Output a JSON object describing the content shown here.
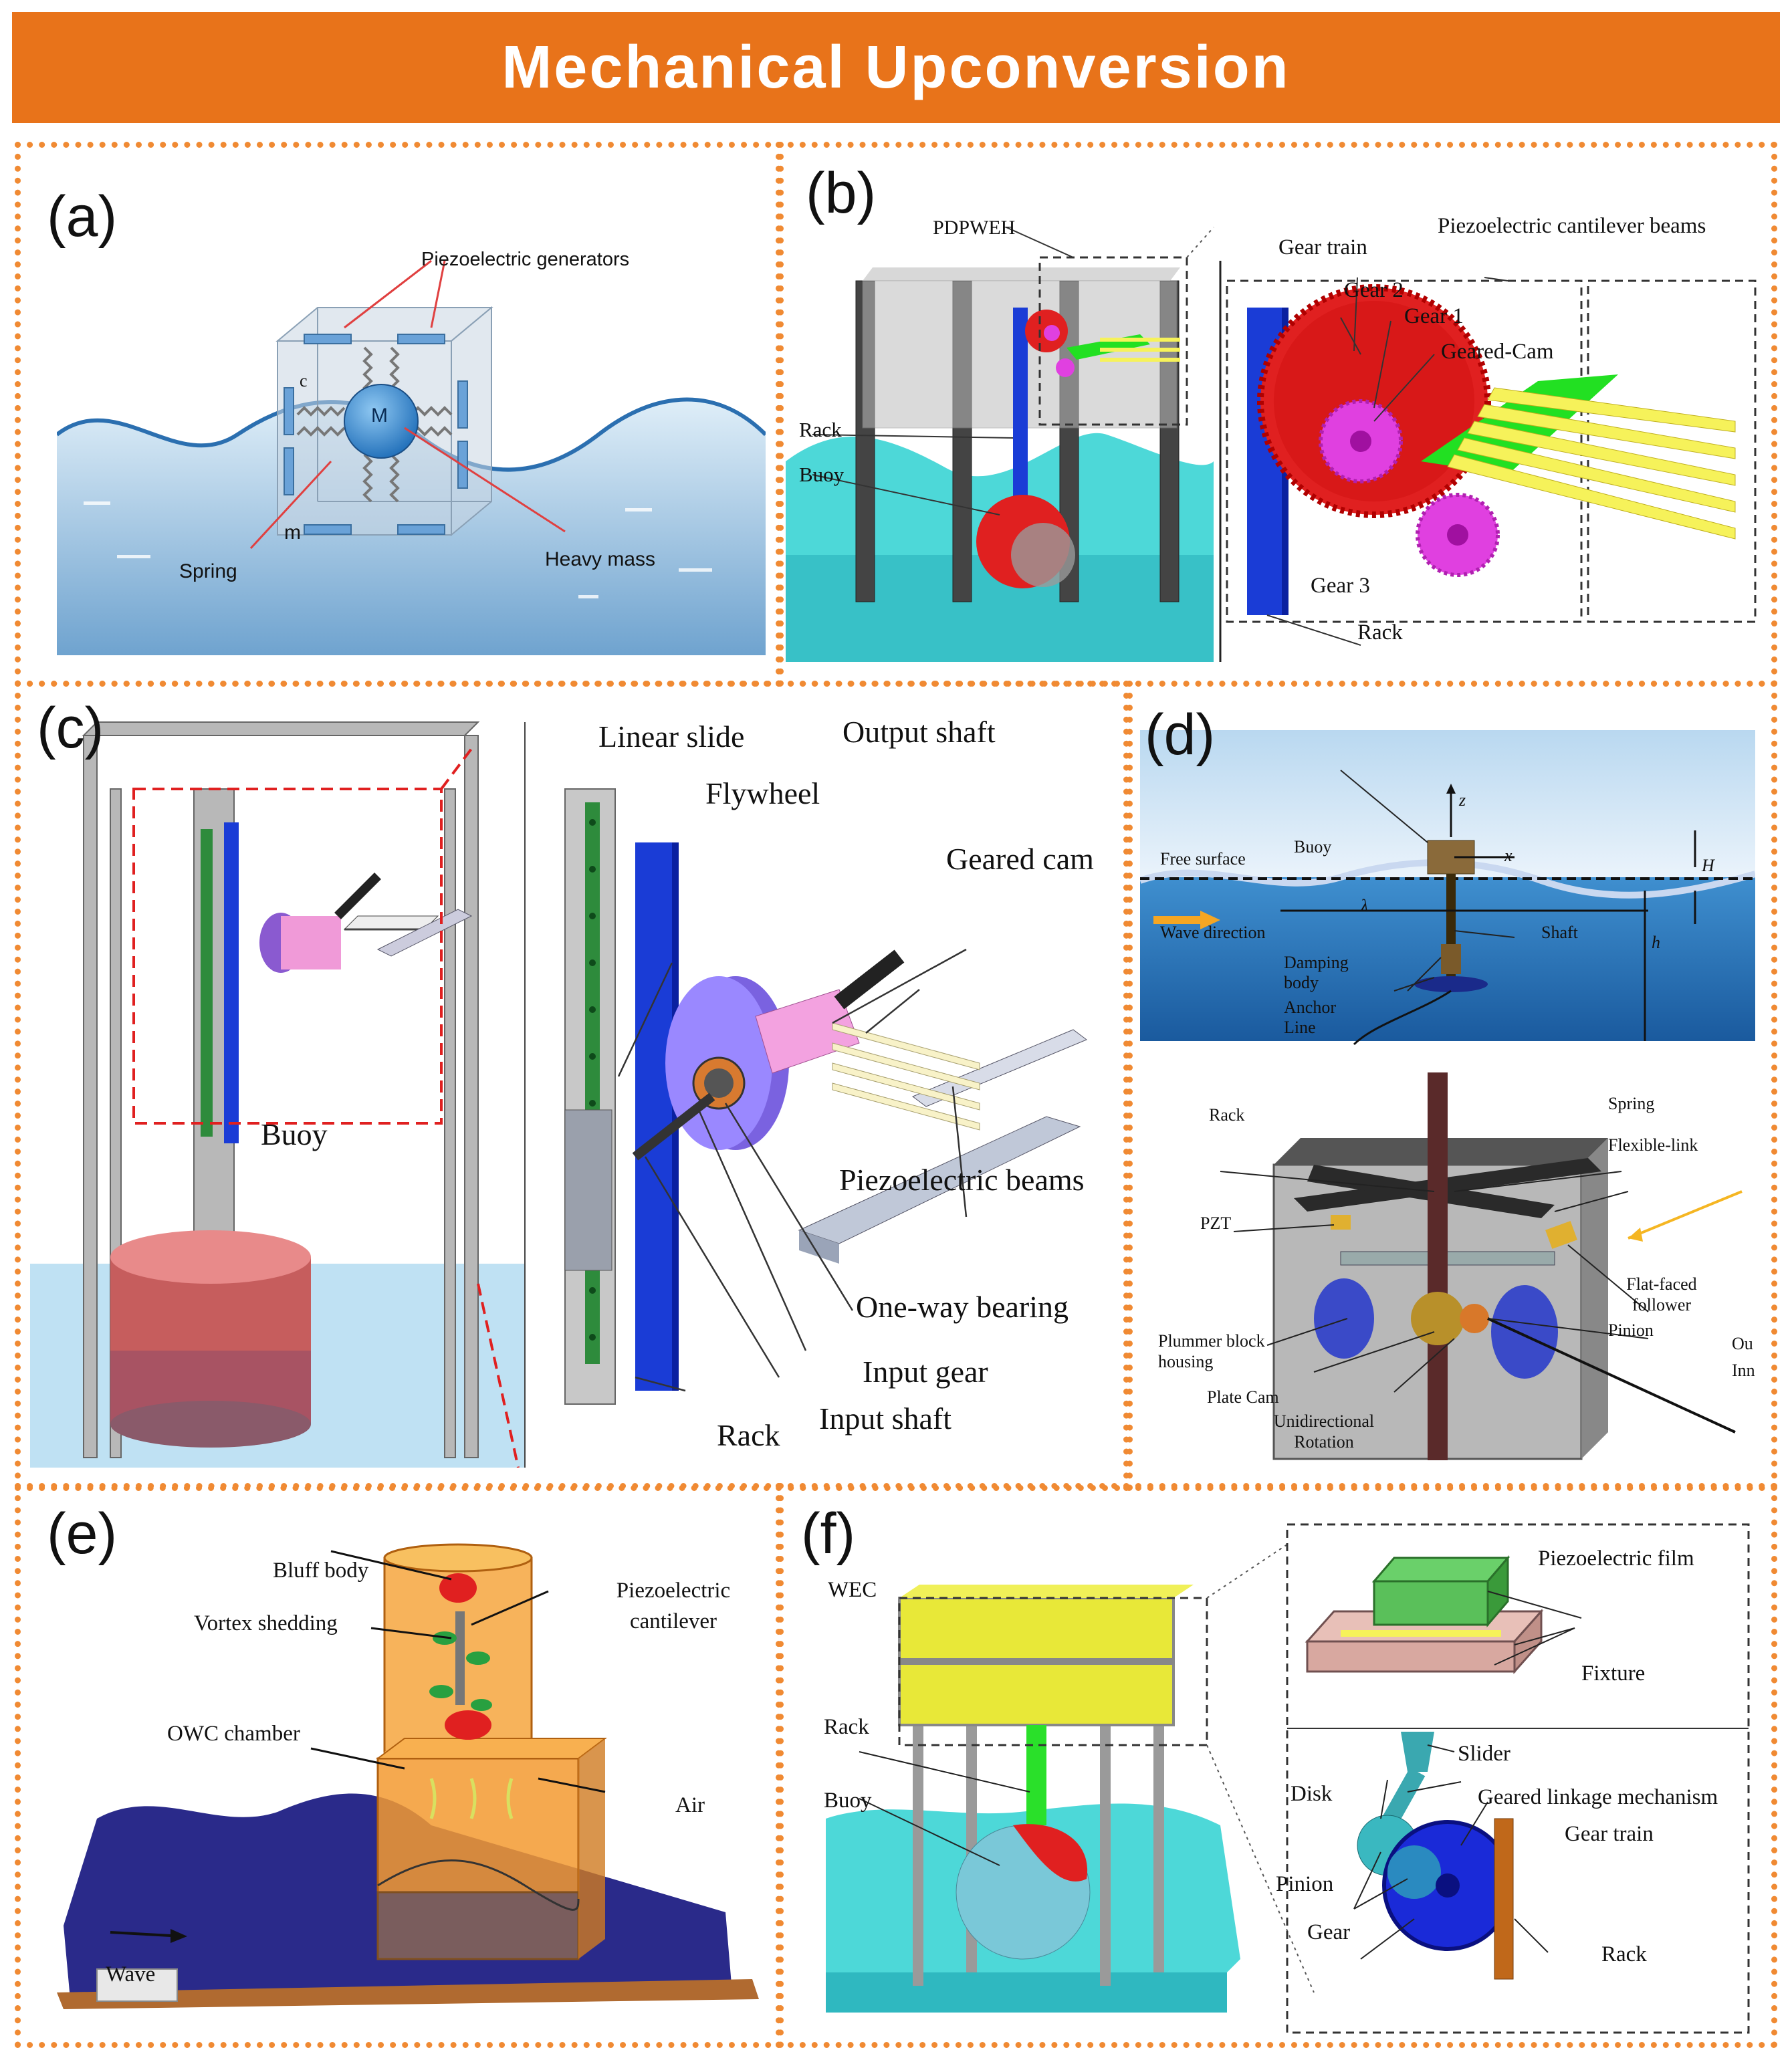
{
  "title": "Mechanical Upconversion",
  "colors": {
    "banner": "#e8731a",
    "border": "#f08a33",
    "water": "#5ea3dc",
    "rack": "#1a3cd6",
    "gear_red": "#e02020",
    "cam_green": "#22e022",
    "beam_yellow": "#f6f25a"
  },
  "panels": {
    "a": {
      "label": "(a)",
      "piezo": "Piezoelectric generators",
      "spring": "Spring",
      "mass": "Heavy mass",
      "M": "M",
      "m": "m",
      "c": "c"
    },
    "b": {
      "label": "(b)",
      "pdpweh": "PDPWEH",
      "rack": "Rack",
      "buoy": "Buoy",
      "gear_train": "Gear train",
      "beams": "Piezoelectric cantilever beams",
      "gear2": "Gear 2",
      "gear1": "Gear 1",
      "geared_cam": "Geared-Cam",
      "gear3": "Gear 3",
      "rack2": "Rack"
    },
    "c": {
      "label": "(c)",
      "buoy": "Buoy",
      "linear_slide": "Linear slide",
      "output_shaft": "Output shaft",
      "flywheel": "Flywheel",
      "geared_cam": "Geared cam",
      "piezo_beams": "Piezoelectric beams",
      "one_way": "One-way bearing",
      "input_gear": "Input gear",
      "input_shaft": "Input shaft",
      "rack": "Rack"
    },
    "d": {
      "label": "(d)",
      "free_surface": "Free surface",
      "buoy": "Buoy",
      "z": "z",
      "x": "x",
      "H": "H",
      "lambda": "λ",
      "h": "h",
      "wave_dir": "Wave direction",
      "shaft": "Shaft",
      "damping": "Damping body",
      "anchor": "Anchor Line",
      "rack": "Rack",
      "spring": "Spring",
      "flex": "Flexible-link",
      "pzt": "PZT",
      "follower": "Flat-faced follower",
      "pinion": "Pinion",
      "plummer": "Plummer block housing",
      "plate_cam": "Plate Cam",
      "unidir": "Unidirectional Rotation",
      "ou": "Ou",
      "inn": "Inn"
    },
    "e": {
      "label": "(e)",
      "bluff": "Bluff body",
      "piezo_cant": "Piezoelectric cantilever",
      "vortex": "Vortex shedding",
      "owc": "OWC chamber",
      "air": "Air",
      "wave": "Wave"
    },
    "f": {
      "label": "(f)",
      "wec": "WEC",
      "rack": "Rack",
      "buoy": "Buoy",
      "film": "Piezoelectric film",
      "fixture": "Fixture",
      "slider": "Slider",
      "disk": "Disk",
      "linkage": "Geared linkage mechanism",
      "gear_train": "Gear train",
      "pinion": "Pinion",
      "gear": "Gear",
      "rack2": "Rack"
    }
  }
}
